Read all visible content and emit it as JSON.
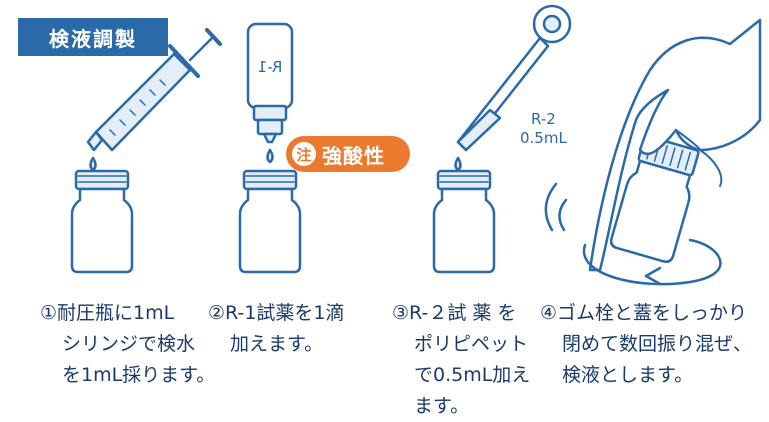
{
  "title": "検液調製",
  "warning": {
    "icon_char": "注",
    "text": "強酸性"
  },
  "reagent_bottle_label": "R-1",
  "pipette_label": {
    "reagent": "R-2",
    "volume": "0.5mL"
  },
  "steps": [
    {
      "lines": [
        "①耐圧瓶に1mL",
        "シリンジで検水",
        "を1mL採ります。"
      ]
    },
    {
      "lines": [
        "②R-1試薬を1滴",
        "加えます。"
      ]
    },
    {
      "lines": [
        "③R-２試 薬 を",
        "ポリピペット",
        "で0.5mL加え",
        "ます。"
      ]
    },
    {
      "lines": [
        "④ゴム栓と蓋をしっかり",
        "閉めて数回振り混ぜ、",
        "検液とします。"
      ]
    }
  ],
  "colors": {
    "line": "#2b6aa8",
    "fill": "#e3eef9",
    "accent": "#ec7a2e",
    "text": "#1b3a6b"
  }
}
